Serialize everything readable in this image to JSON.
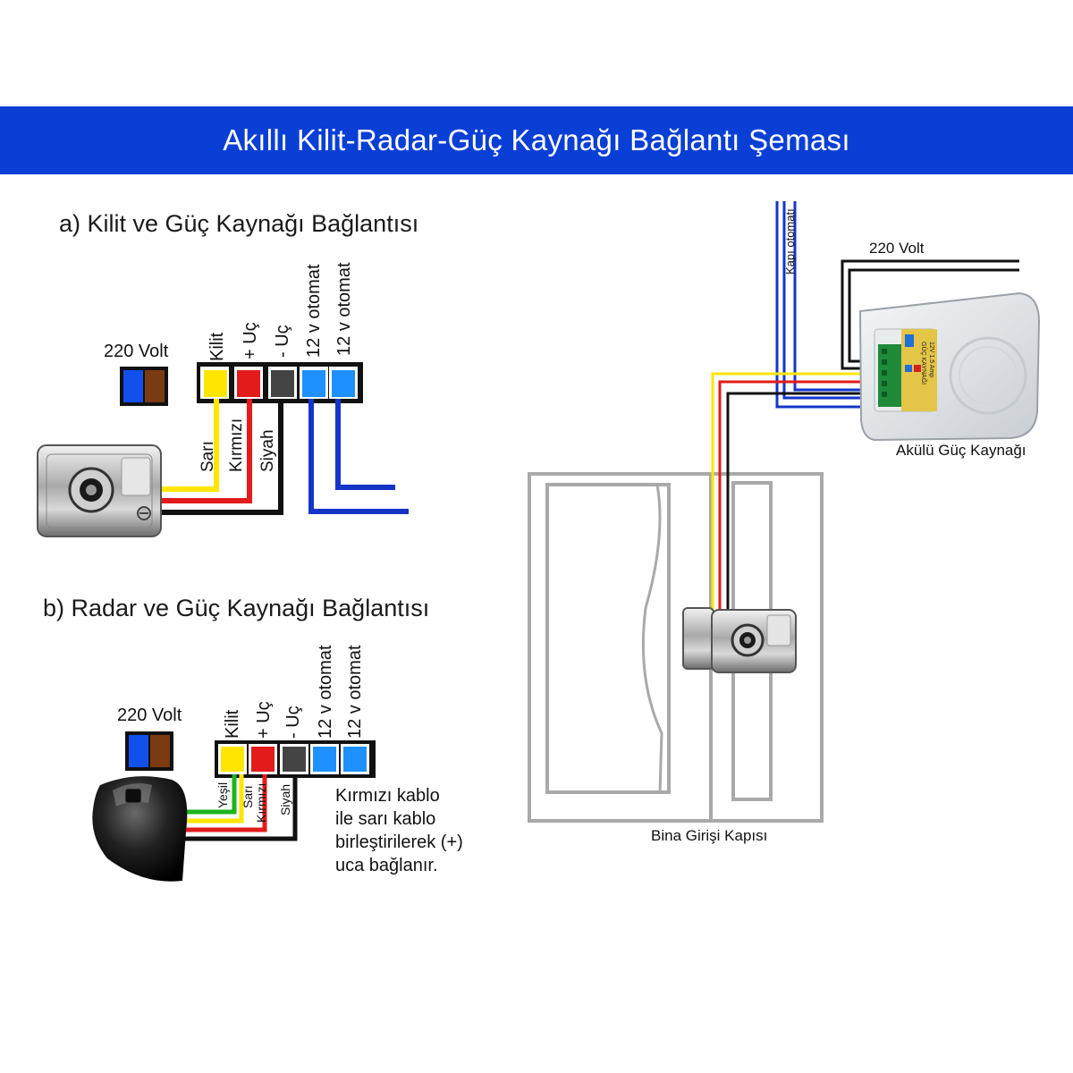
{
  "header": {
    "title": "Akıllı Kilit-Radar-Güç Kaynağı Bağlantı Şeması"
  },
  "section_a": {
    "title": "a) Kilit ve Güç Kaynağı Bağlantısı",
    "mains_label": "220 Volt",
    "terminal_labels": [
      "Kilit",
      "+ Uç",
      "- Uç",
      "12 v otomat",
      "12 v otomat"
    ],
    "wire_labels": [
      "Sarı",
      "Kırmızı",
      "Siyah"
    ]
  },
  "section_b": {
    "title": "b) Radar ve Güç Kaynağı Bağlantısı",
    "mains_label": "220 Volt",
    "terminal_labels": [
      "Kilit",
      "+ Uç",
      "- Uç",
      "12 v otomat",
      "12 v otomat"
    ],
    "wire_labels": [
      "Yeşil",
      "Sarı",
      "Kırmızı",
      "Siyah"
    ],
    "note_lines": [
      "Kırmızı kablo",
      "ile sarı kablo",
      "birleştirilerek (+)",
      "uca bağlanır."
    ]
  },
  "right_panel": {
    "mains_label": "220 Volt",
    "breaker_label": "Kapı otomatı",
    "power_supply_label": "Akülü Güç Kaynağı",
    "door_label": "Bina Girişi Kapısı",
    "psu_sticker": [
      "12V 1.5 Amp",
      "GÜÇ KAYNAĞI"
    ]
  },
  "colors": {
    "banner": "#0a3fd6",
    "wire_yellow": "#ffe600",
    "wire_red": "#e31b1b",
    "wire_black": "#111111",
    "wire_blue": "#1435c8",
    "wire_green": "#19b51a",
    "terminal_blue": "#1e90ff",
    "mains_brown": "#7a3a12",
    "door_gray": "#a9a9a9"
  }
}
